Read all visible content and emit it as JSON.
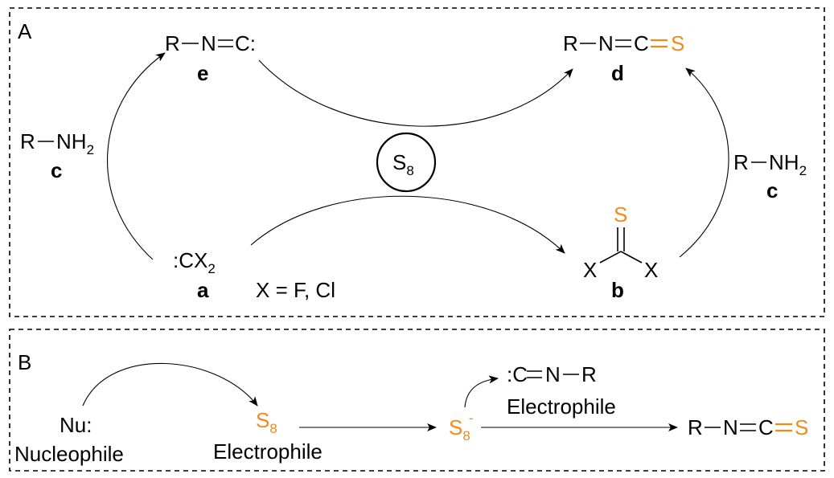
{
  "panel_a": {
    "label": "A",
    "e": {
      "r": "R",
      "n": "N",
      "c": "C:",
      "id": "e"
    },
    "d": {
      "r": "R",
      "n": "N",
      "c": "C",
      "s": "S",
      "id": "d"
    },
    "c_left": {
      "r": "R",
      "nh": "NH",
      "sub": "2",
      "id": "c"
    },
    "c_right": {
      "r": "R",
      "nh": "NH",
      "sub": "2",
      "id": "c"
    },
    "s8": {
      "s": "S",
      "sub": "8"
    },
    "a": {
      "main": ":CX",
      "sub": "2",
      "id": "a",
      "x_def": "X = F, Cl"
    },
    "b": {
      "s": "S",
      "x1": "X",
      "x2": "X",
      "id": "b"
    }
  },
  "panel_b": {
    "label": "B",
    "nucleophile": {
      "nu": "Nu:",
      "label": "Nucleophile"
    },
    "s8_electrophile": {
      "s": "S",
      "sub": "8",
      "label": "Electrophile"
    },
    "s8_anion": {
      "s": "S",
      "sub": "8",
      "sup": "-"
    },
    "isocyanide": {
      "c": ":C",
      "n": "N",
      "r": "R",
      "label": "Electrophile"
    },
    "product": {
      "r": "R",
      "n": "N",
      "c": "C",
      "s": "S"
    }
  },
  "colors": {
    "sulfur": "#f08a1c",
    "ink": "#000000"
  }
}
